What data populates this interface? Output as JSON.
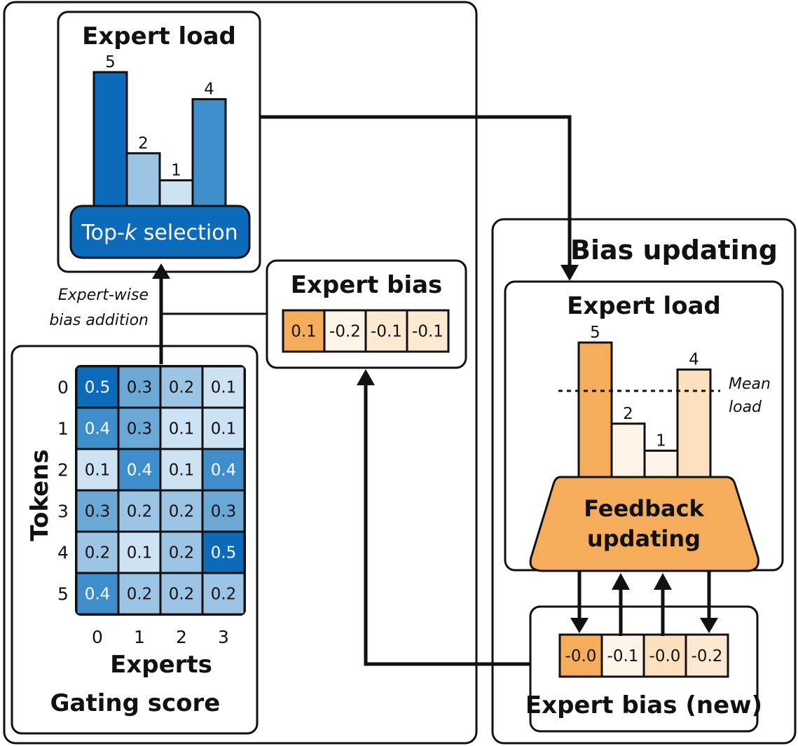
{
  "colors": {
    "blue_dark": "#0b6aba",
    "blue_mid": "#3d8ecb",
    "blue_light": "#9cc4e4",
    "blue_pale": "#cde2f2",
    "orange_dark": "#f5ad5b",
    "orange_mid": "#fcd9b1",
    "orange_light": "#fde9d2",
    "orange_pale": "#fef4e8",
    "line": "#111111"
  },
  "top_expert_load": {
    "title": "Expert load",
    "bars": [
      {
        "value": 5,
        "label": "5",
        "color": "#0b6aba"
      },
      {
        "value": 2,
        "label": "2",
        "color": "#9cc4e4"
      },
      {
        "value": 1,
        "label": "1",
        "color": "#cde2f2"
      },
      {
        "value": 4,
        "label": "4",
        "color": "#3d8ecb"
      }
    ],
    "selection_label_pre": "Top-",
    "selection_label_k": "k",
    "selection_label_post": " selection"
  },
  "bias_addition_label_line1": "Expert-wise",
  "bias_addition_label_line2": "bias addition",
  "expert_bias": {
    "title": "Expert bias",
    "cells": [
      {
        "text": "0.1",
        "color": "#f5ad5b"
      },
      {
        "text": "-0.2",
        "color": "#fef4e8"
      },
      {
        "text": "-0.1",
        "color": "#fde9d2"
      },
      {
        "text": "-0.1",
        "color": "#fde9d2"
      }
    ]
  },
  "gating_score": {
    "title": "Gating score",
    "y_axis_label": "Tokens",
    "x_axis_label": "Experts",
    "row_labels": [
      "0",
      "1",
      "2",
      "3",
      "4",
      "5"
    ],
    "col_labels": [
      "0",
      "1",
      "2",
      "3"
    ],
    "values": [
      [
        "0.5",
        "0.3",
        "0.2",
        "0.1"
      ],
      [
        "0.4",
        "0.3",
        "0.1",
        "0.1"
      ],
      [
        "0.1",
        "0.4",
        "0.1",
        "0.4"
      ],
      [
        "0.3",
        "0.2",
        "0.2",
        "0.3"
      ],
      [
        "0.2",
        "0.1",
        "0.2",
        "0.5"
      ],
      [
        "0.4",
        "0.2",
        "0.2",
        "0.2"
      ]
    ]
  },
  "bias_updating": {
    "title": "Bias updating",
    "expert_load_title": "Expert load",
    "bars": [
      {
        "value": 5,
        "label": "5",
        "color": "#f5ad5b"
      },
      {
        "value": 2,
        "label": "2",
        "color": "#fef4e8"
      },
      {
        "value": 1,
        "label": "1",
        "color": "#fef4e8"
      },
      {
        "value": 4,
        "label": "4",
        "color": "#fde0bd"
      }
    ],
    "mean_load_line1": "Mean",
    "mean_load_line2": "load",
    "feedback_line1": "Feedback",
    "feedback_line2": "updating",
    "new_bias_title": "Expert bias (new)",
    "new_bias_cells": [
      {
        "text": "-0.0",
        "color": "#f5ad5b"
      },
      {
        "text": "-0.1",
        "color": "#fef4e8"
      },
      {
        "text": "-0.0",
        "color": "#fde0bd"
      },
      {
        "text": "-0.2",
        "color": "#fde9d2"
      }
    ]
  }
}
